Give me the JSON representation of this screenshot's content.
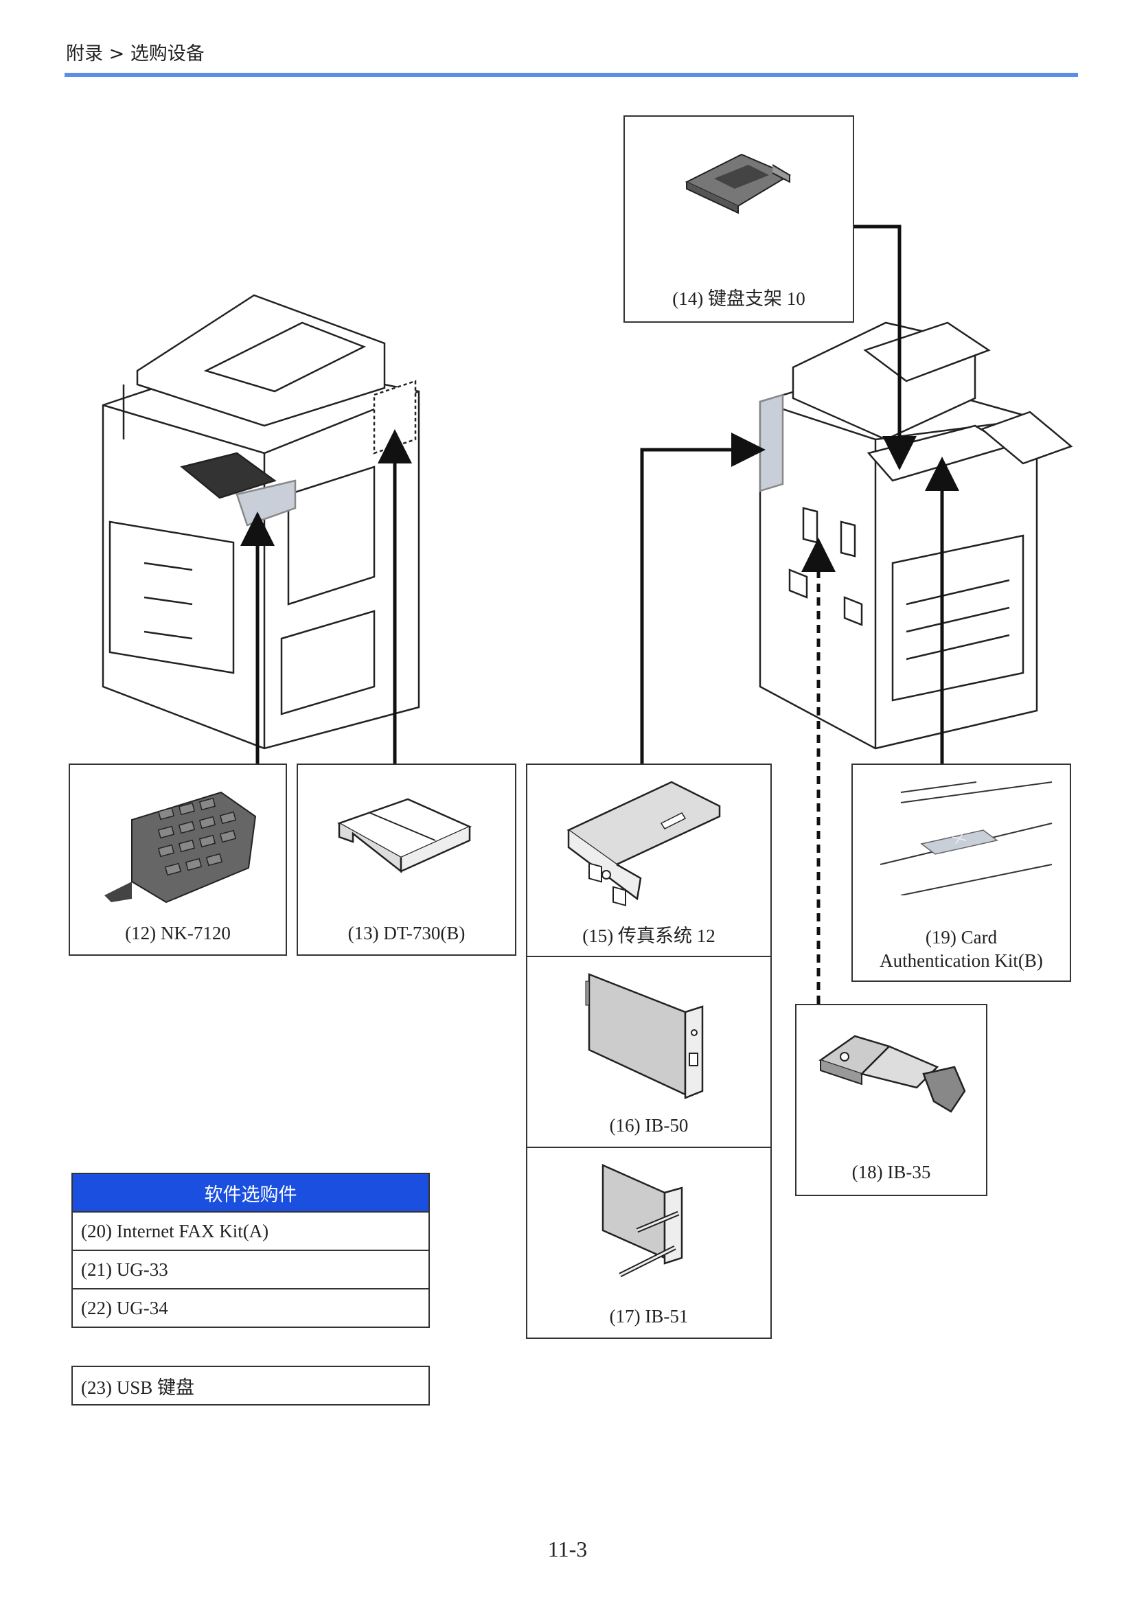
{
  "header": {
    "breadcrumb": "附录 > 选购设备"
  },
  "items": {
    "nk7120": "(12) NK-7120",
    "dt730": "(13) DT-730(B)",
    "keyboard_holder": "(14) 键盘支架 10",
    "fax": "(15) 传真系统 12",
    "ib50": "(16) IB-50",
    "ib51": "(17) IB-51",
    "ib35": "(18) IB-35",
    "card_auth_line1": "(19) Card",
    "card_auth_line2": "Authentication Kit(B)"
  },
  "software_options": {
    "title": "软件选购件",
    "rows": [
      "(20) Internet FAX Kit(A)",
      "(21) UG-33",
      "(22) UG-34"
    ]
  },
  "usb_keyboard": "(23) USB 键盘",
  "page_number": "11-3",
  "colors": {
    "header_rule": "#5b8ee6",
    "table_header": "#1a4fe0",
    "highlight": "#c9cfd8"
  }
}
